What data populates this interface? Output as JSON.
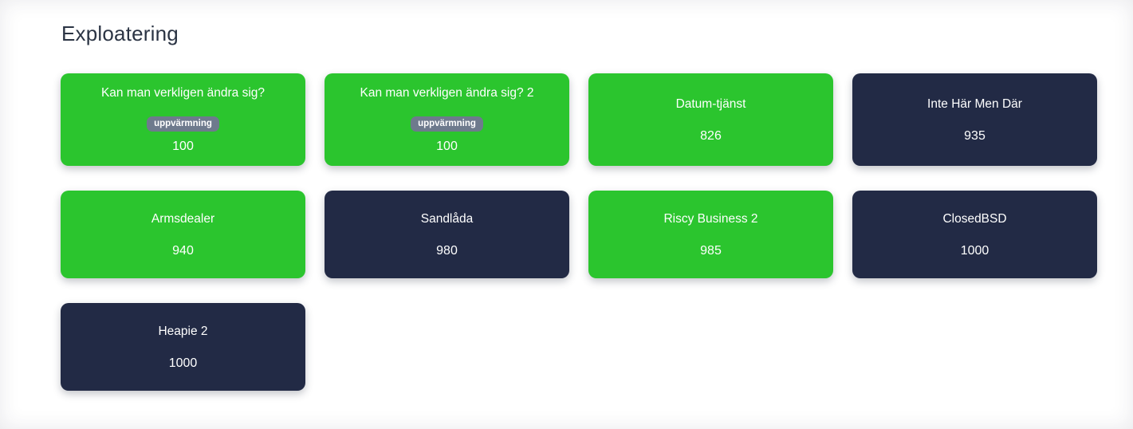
{
  "page": {
    "category_title": "Exploatering"
  },
  "colors": {
    "solved_green": "#2bc52e",
    "unsolved_navy": "#222a45",
    "badge_gray": "#6e7a8d",
    "heading_text": "#2b3444",
    "card_text": "#ffffff"
  },
  "challenges": [
    {
      "name": "Kan man verkligen ändra sig?",
      "tag": "uppvärmning",
      "points": "100",
      "solved": true
    },
    {
      "name": "Kan man verkligen ändra sig? 2",
      "tag": "uppvärmning",
      "points": "100",
      "solved": true
    },
    {
      "name": "Datum-tjänst",
      "tag": null,
      "points": "826",
      "solved": true
    },
    {
      "name": "Inte Här Men Där",
      "tag": null,
      "points": "935",
      "solved": false
    },
    {
      "name": "Armsdealer",
      "tag": null,
      "points": "940",
      "solved": true
    },
    {
      "name": "Sandlåda",
      "tag": null,
      "points": "980",
      "solved": false
    },
    {
      "name": "Riscy Business 2",
      "tag": null,
      "points": "985",
      "solved": true
    },
    {
      "name": "ClosedBSD",
      "tag": null,
      "points": "1000",
      "solved": false
    },
    {
      "name": "Heapie 2",
      "tag": null,
      "points": "1000",
      "solved": false
    }
  ]
}
